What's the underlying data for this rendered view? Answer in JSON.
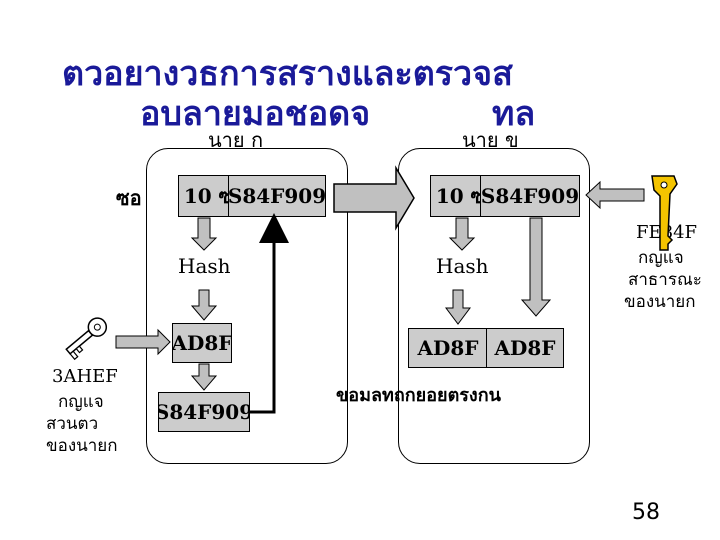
{
  "title": {
    "line1": "ตวอยางวธการสรางและตรวจส",
    "line2": "อบลายมอชอดจ",
    "line2_right": "ทล"
  },
  "persons": {
    "sender": "นาย ก",
    "receiver": "นาย ข"
  },
  "left_panel": {
    "side_label": "ซอ",
    "message": "10 ซ",
    "signature": "S84F909",
    "hash_label": "Hash",
    "digest": "AD8F",
    "encrypted": "S84F909"
  },
  "right_panel": {
    "side_label": "ู",
    "message": "10 ซ",
    "signature": "S84F909",
    "hash_label": "Hash",
    "digest_computed": "AD8F",
    "digest_decrypted": "AD8F"
  },
  "private_key": {
    "value": "3AHEF",
    "line1": "กญแจ",
    "line2": "สวนตว",
    "line3": "ของนายก"
  },
  "public_key": {
    "value": "FE84F",
    "line1": "กญแจ",
    "line2": "สาธารณะ",
    "line3": "ของนายก"
  },
  "result_text": "ขอมลทถกยอยตรงกน",
  "page_number": "58",
  "colors": {
    "title": "#1a1a99",
    "box_fill": "#cccccc",
    "arrow_fill": "#c0c0c0",
    "key_fill": "#f4c400"
  }
}
